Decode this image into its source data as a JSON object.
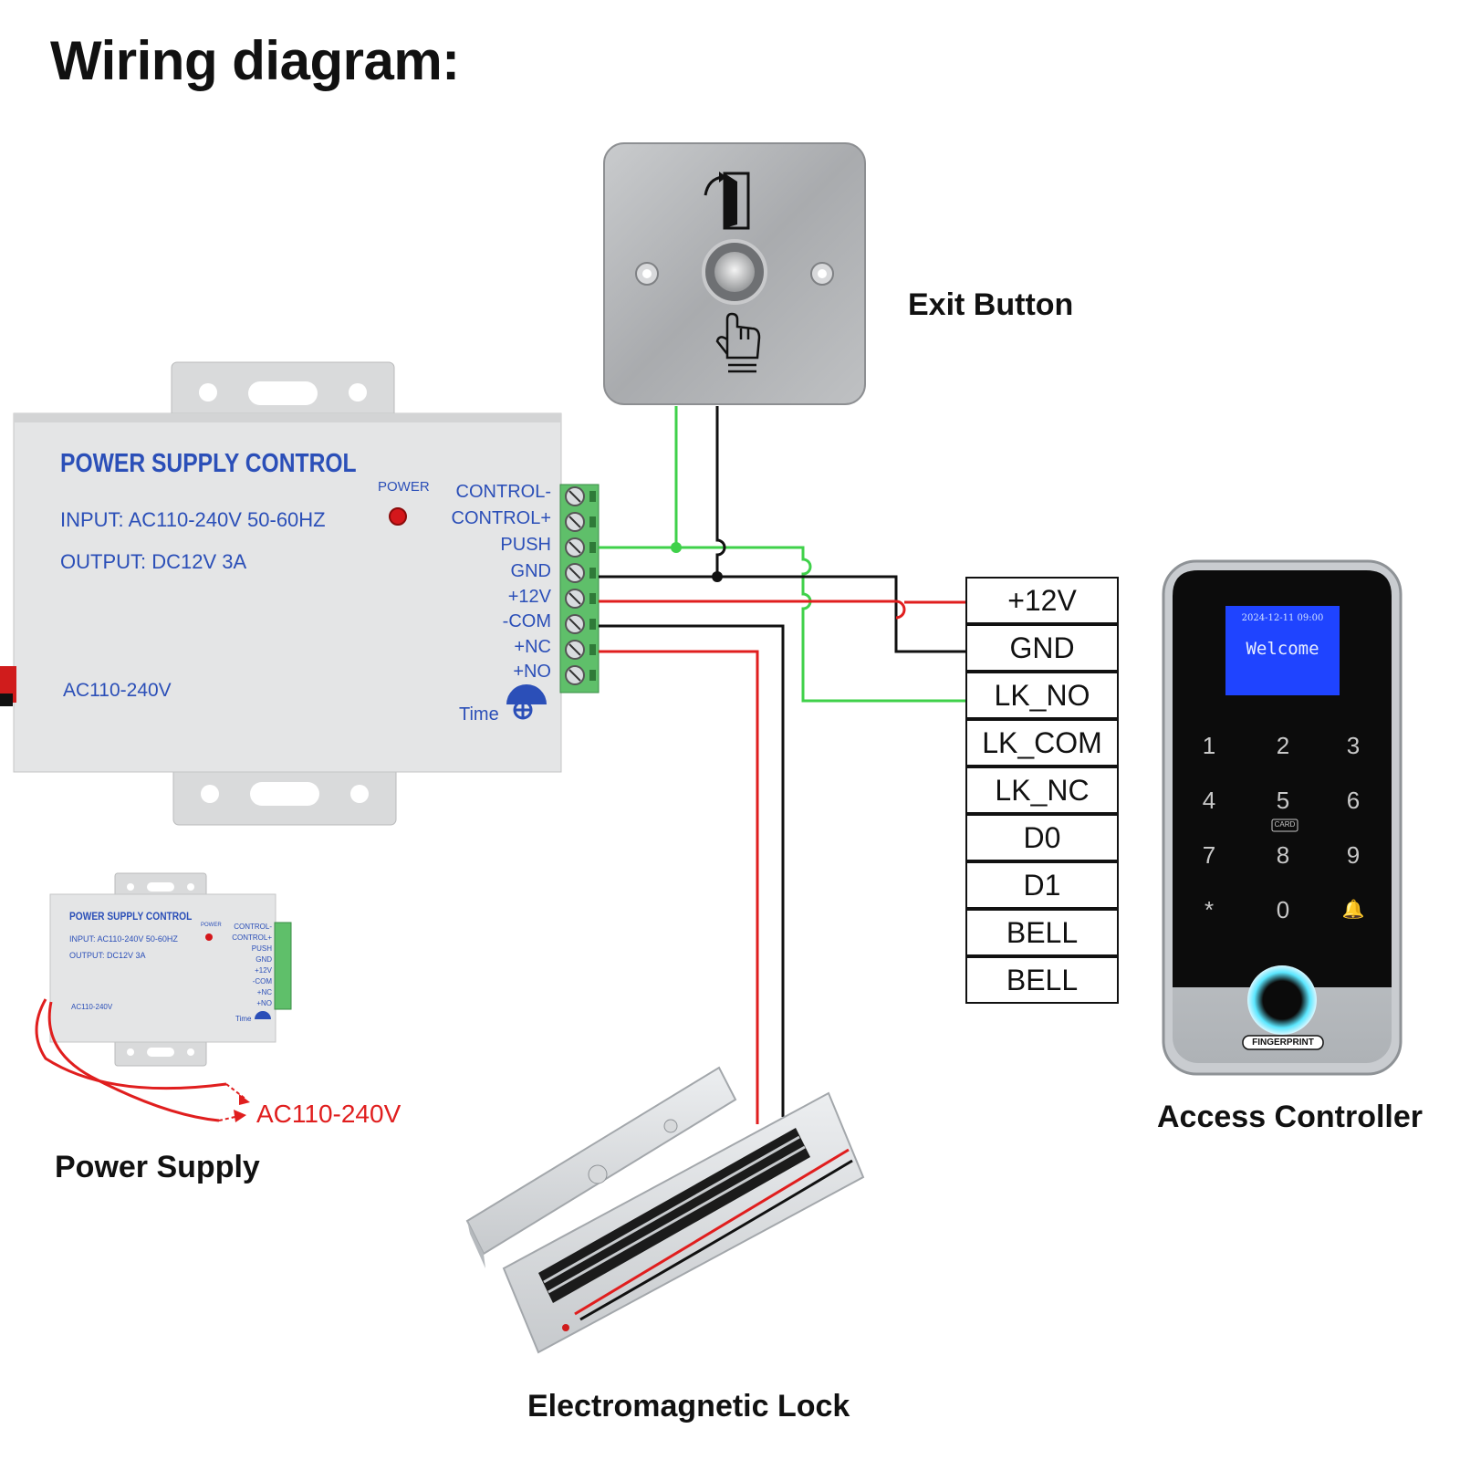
{
  "title": "Wiring diagram:",
  "psu": {
    "brand": "POWER SUPPLY CONTROL",
    "input": "INPUT: AC110-240V 50-60HZ",
    "output": "OUTPUT: DC12V  3A",
    "power_label": "POWER",
    "ac_label": "AC110-240V",
    "time_label": "Time",
    "terminals": [
      "CONTROL-",
      "CONTROL+",
      "PUSH",
      "GND",
      "+12V",
      "-COM",
      "+NC",
      "+NO"
    ]
  },
  "psu_small": {
    "brand": "POWER SUPPLY CONTROL",
    "input": "INPUT: AC110-240V 50-60HZ",
    "output": "OUTPUT: DC12V  3A",
    "power_label": "POWER",
    "ac_label": "AC110-240V",
    "time_label": "Time",
    "terminals": [
      "CONTROL-",
      "CONTROL+",
      "PUSH",
      "GND",
      "+12V",
      "-COM",
      "+NC",
      "+NO"
    ],
    "mains_label": "AC110-240V"
  },
  "captions": {
    "exit_button": "Exit Button",
    "access_controller": "Access Controller",
    "power_supply": "Power Supply",
    "lock": "Electromagnetic Lock"
  },
  "controller_terminals": [
    "+12V",
    "GND",
    "LK_NO",
    "LK_COM",
    "LK_NC",
    "D0",
    "D1",
    "BELL",
    "BELL"
  ],
  "controller": {
    "screen_date": "2024-12-11  09:00",
    "screen_welcome": "Welcome",
    "keys": [
      "1",
      "2",
      "3",
      "4",
      "5",
      "6",
      "7",
      "8",
      "9",
      "*",
      "0",
      "🔔"
    ],
    "card_label": "CARD",
    "fingerprint_label": "FINGERPRINT"
  },
  "colors": {
    "wire_green": "#3fd14a",
    "wire_red": "#e01e1e",
    "wire_black": "#111111",
    "label_blue": "#2b4fb8",
    "screen_blue": "#1f44ff"
  }
}
